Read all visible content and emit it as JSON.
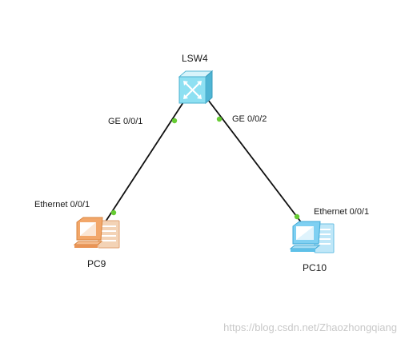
{
  "devices": {
    "switch": {
      "name": "LSW4",
      "icon": "switch-icon",
      "color": "#7fd6ec"
    },
    "pc_left": {
      "name": "PC9",
      "icon": "pc-icon",
      "color": "#f2a76a"
    },
    "pc_right": {
      "name": "PC10",
      "icon": "pc-icon",
      "color": "#7fd0f2"
    }
  },
  "ports": {
    "switch_ge1": "GE 0/0/1",
    "switch_ge2": "GE 0/0/2",
    "pc_left_eth": "Ethernet 0/0/1",
    "pc_right_eth": "Ethernet 0/0/1"
  },
  "colors": {
    "link": "#111111",
    "port_up": "#66cc33"
  },
  "watermark": "https://blog.csdn.net/Zhaozhongqiang"
}
